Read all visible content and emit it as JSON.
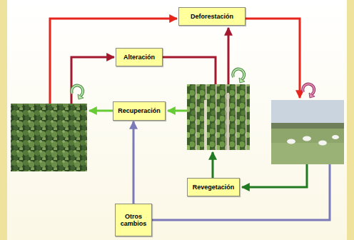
{
  "diagram": {
    "nodes": [
      {
        "text": [
          "Deforestación"
        ]
      },
      {
        "text": [
          "Alteración"
        ]
      },
      {
        "text": [
          "Recuperación"
        ]
      },
      {
        "text": [
          "Revegetación"
        ]
      },
      {
        "text": [
          "Otros cambios"
        ]
      }
    ],
    "edges": [
      {
        "from": 4,
        "to": 2,
        "arrow": "to"
      }
    ]
  }
}
